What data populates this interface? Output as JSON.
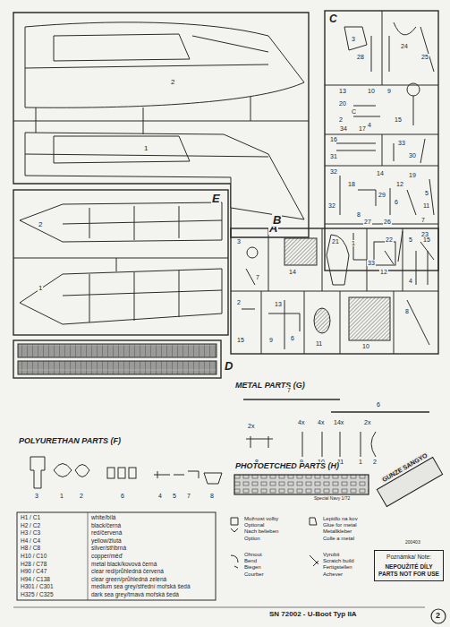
{
  "diagram": {
    "nodes": [
      {
        "text": [
          "Poznámka/ Note:",
          "NEPOUŽITÉ DÍLY PARTS NOT FOR USE"
        ]
      }
    ],
    "labels": [
      "2",
      "1",
      "A",
      "E",
      "2",
      "1",
      "C",
      "3",
      "28",
      "25",
      "24",
      "13",
      "10",
      "9",
      "20",
      "C",
      "2",
      "34",
      "4",
      "15",
      "16",
      "31",
      "17",
      "33",
      "30",
      "32",
      "18",
      "14",
      "29",
      "12",
      "19",
      "5",
      "32",
      "8",
      "27",
      "26",
      "6",
      "11",
      "7",
      "21",
      "22",
      "23",
      "33",
      "B",
      "3",
      "7",
      "14",
      "1",
      "12",
      "5",
      "15",
      "4",
      "2",
      "13",
      "6",
      "15",
      "9",
      "11",
      "10",
      "8",
      "D",
      "METAL PARTS (G)",
      "7",
      "6",
      "2x",
      "4x",
      "4x",
      "14x",
      "2x",
      "8",
      "9",
      "10",
      "11",
      "1",
      "2",
      "POLYURETHAN PARTS (F)",
      "3",
      "1",
      "2",
      "6",
      "4",
      "5",
      "7",
      "8",
      "PHOTOETCHED PARTS (H)",
      "Special Navy 1/72",
      "GUNZE SANGYO",
      "H1 / C1",
      "white/bílá",
      "H2 / C2",
      "black/černá",
      "H3 / C3",
      "red/červená",
      "H4 / C4",
      "yellow/žlutá",
      "H8 / C8",
      "silver/stříbrná",
      "H10 / C10",
      "copper/měď",
      "H28 / C78",
      "metal black/kovová černá",
      "H90 / C47",
      "clear red/průhledná červená",
      "H94 / C138",
      "clear green/průhledná zelená",
      "H301 / C301",
      "medium sea grey/střední mořská šedá",
      "H325 / C325",
      "dark sea grey/tmavá mořská šedá",
      "Možnost volby",
      "Optional",
      "Nach belieben",
      "Option",
      "Lepidlo na kov",
      "Glue for metal",
      "Metallkleber",
      "Colle a metal",
      "Ohnout",
      "Bend",
      "Biegen",
      "Courber",
      "Vyrobit",
      "Scratch build",
      "Fertigstellen",
      "Achever",
      "200403",
      "SN 72002 - U-Boot Typ IIA",
      "2"
    ]
  }
}
